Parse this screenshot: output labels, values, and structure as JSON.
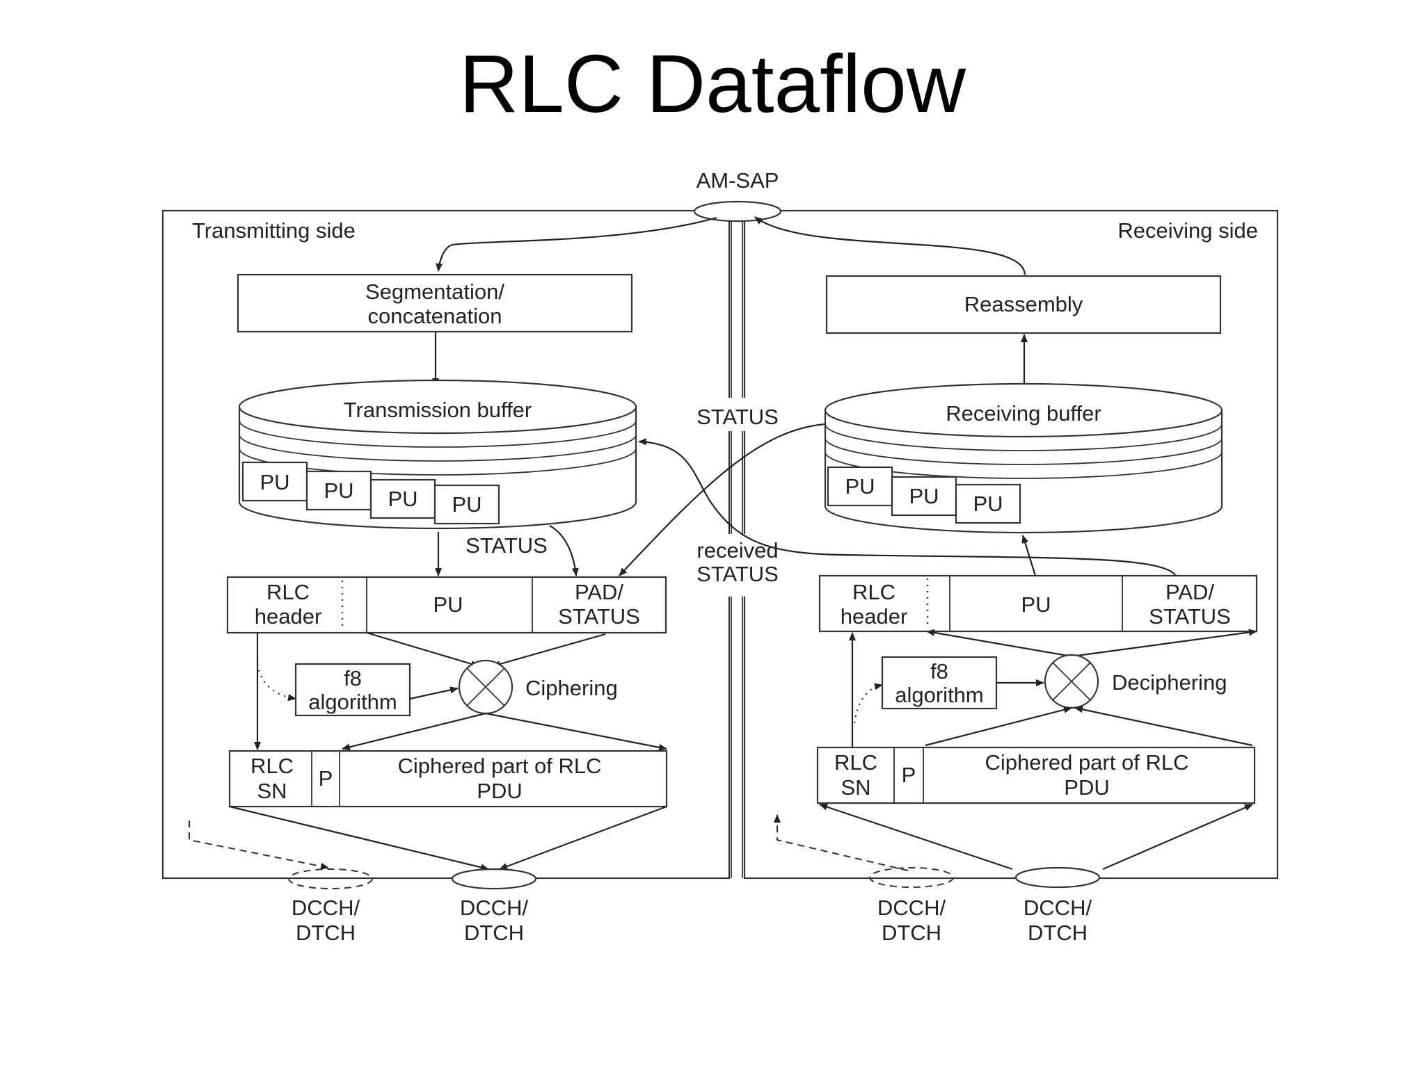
{
  "title": "RLC Dataflow",
  "diagram": {
    "am_sap": "AM-SAP",
    "transmitting_side": "Transmitting side",
    "receiving_side": "Receiving side",
    "segmentation_line1": "Segmentation/",
    "segmentation_line2": "concatenation",
    "reassembly": "Reassembly",
    "transmission_buffer": "Transmission buffer",
    "receiving_buffer": "Receiving buffer",
    "pu": "PU",
    "status": "STATUS",
    "received_status_line1": "received",
    "received_status_line2": "STATUS",
    "rlc_header_line1": "RLC",
    "rlc_header_line2": "header",
    "pad_status_line1": "PAD/",
    "pad_status_line2": "STATUS",
    "f8_line1": "f8",
    "f8_line2": "algorithm",
    "ciphering": "Ciphering",
    "deciphering": "Deciphering",
    "rlc_sn_line1": "RLC",
    "rlc_sn_line2": "SN",
    "p": "P",
    "ciphered_line1": "Ciphered part of RLC",
    "ciphered_line2": "PDU",
    "dcch_line1": "DCCH/",
    "dcch_line2": "DTCH"
  }
}
